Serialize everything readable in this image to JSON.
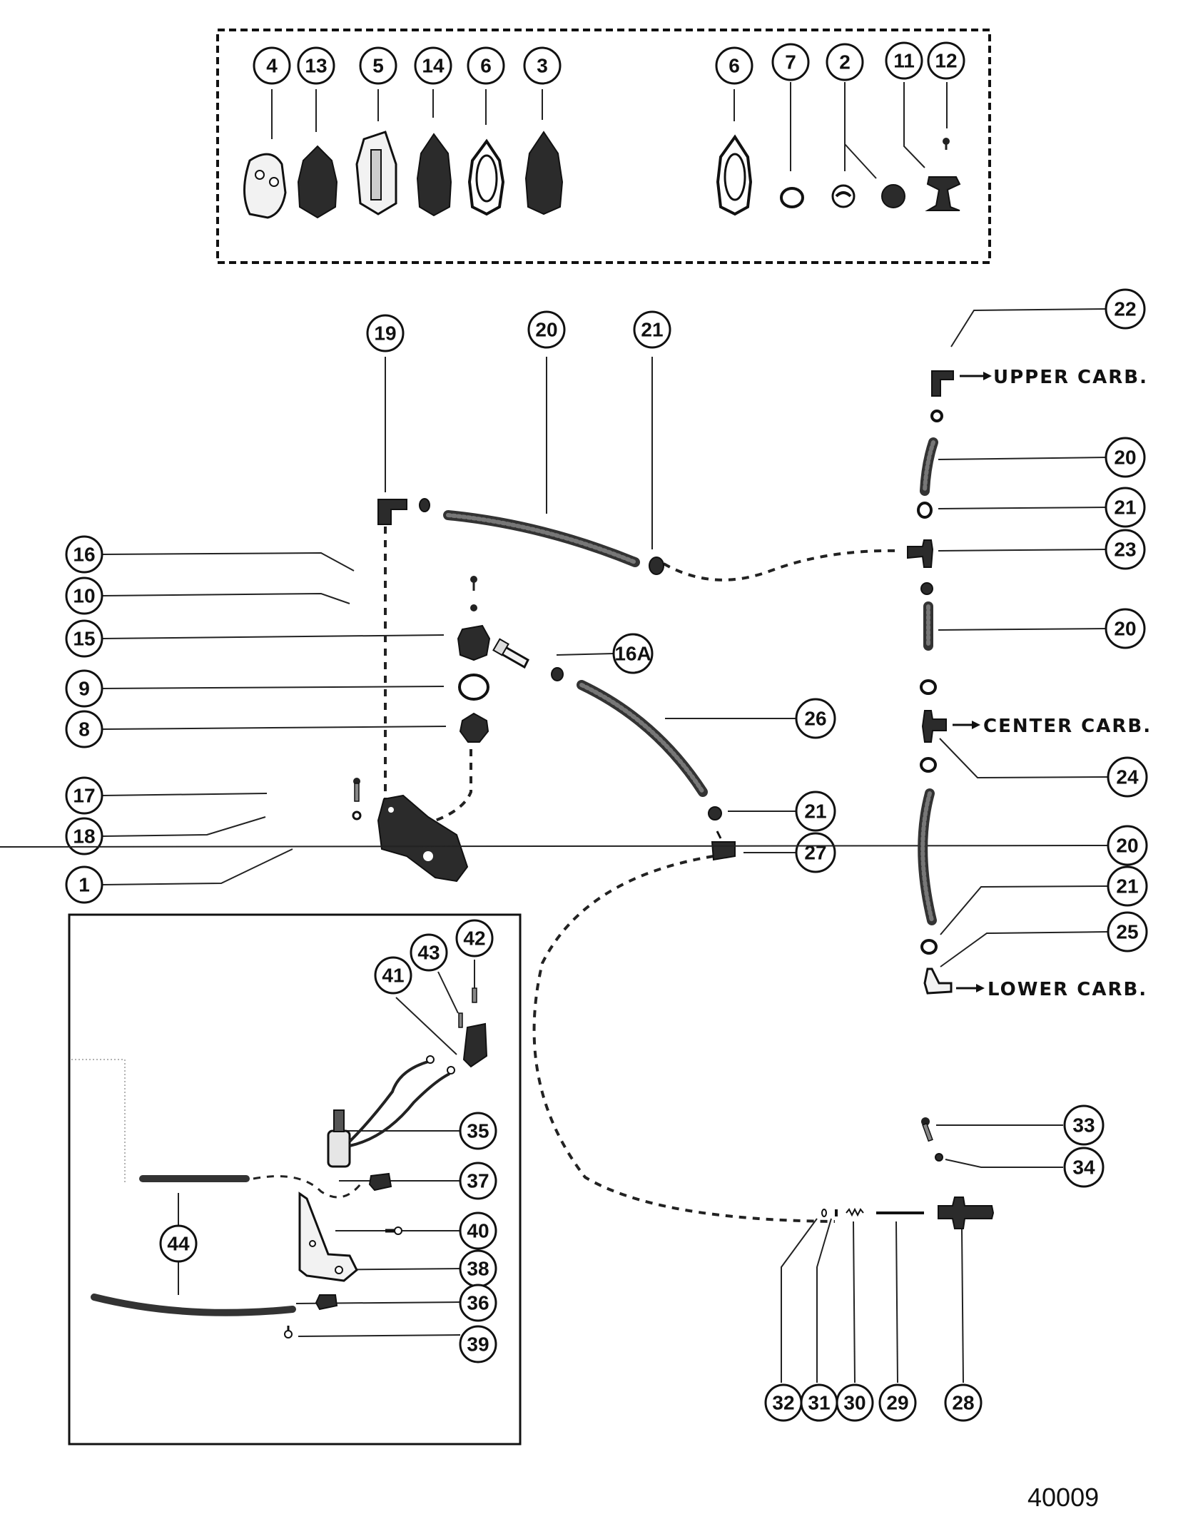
{
  "figure": {
    "type": "exploded parts diagram",
    "figure_number": "40009"
  },
  "kit_callouts": [
    "4",
    "13",
    "5",
    "14",
    "6",
    "3",
    "6",
    "7",
    "2",
    "11",
    "12"
  ],
  "callouts": {
    "c1": "1",
    "c8": "8",
    "c9": "9",
    "c10": "10",
    "c15": "15",
    "c16": "16",
    "c16a": "16A",
    "c17": "17",
    "c18": "18",
    "c19": "19",
    "c20_top": "20",
    "c21_top": "21",
    "c22": "22",
    "c20_r1": "20",
    "c21_r1": "21",
    "c23": "23",
    "c20_r2": "20",
    "c26": "26",
    "c24": "24",
    "c21_mid": "21",
    "c27": "27",
    "c20_r3": "20",
    "c21_r2": "21",
    "c25": "25",
    "c33": "33",
    "c34": "34",
    "c32": "32",
    "c31": "31",
    "c30": "30",
    "c29": "29",
    "c28": "28",
    "c41": "41",
    "c43": "43",
    "c42": "42",
    "c35": "35",
    "c37": "37",
    "c40": "40",
    "c44": "44",
    "c38": "38",
    "c36": "36",
    "c39": "39"
  },
  "labels": {
    "upper_carb": "UPPER CARB.",
    "center_carb": "CENTER CARB.",
    "lower_carb": "LOWER CARB."
  }
}
